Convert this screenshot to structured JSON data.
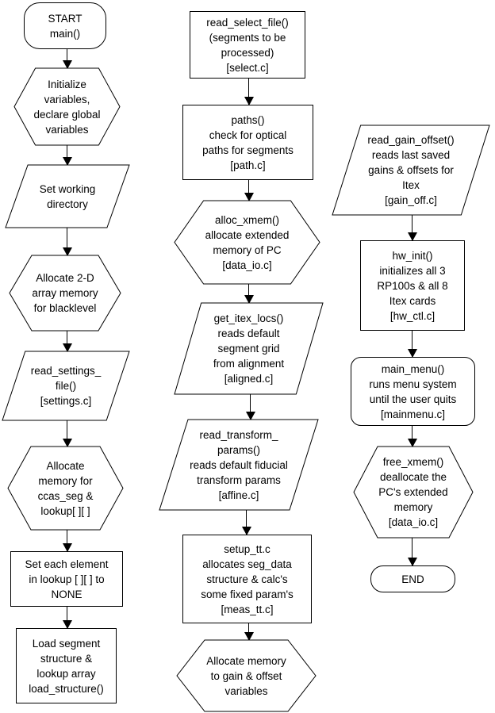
{
  "diagram": {
    "background_color": "#ffffff",
    "stroke_color": "#000000",
    "nodes": {
      "start": {
        "shape": "terminator",
        "text": "START\nmain()"
      },
      "init_vars": {
        "shape": "hexagon",
        "text": "Initialize\nvariables,\ndeclare global\nvariables"
      },
      "set_working_dir": {
        "shape": "parallelogram",
        "text": "Set working\ndirectory"
      },
      "alloc_2d": {
        "shape": "hexagon",
        "text": "Allocate 2-D\narray memory\nfor blacklevel"
      },
      "read_settings": {
        "shape": "parallelogram",
        "text": "read_settings_\nfile()\n[settings.c]"
      },
      "alloc_ccas": {
        "shape": "hexagon",
        "text": "Allocate\nmemory for\nccas_seg &\nlookup[ ][ ]"
      },
      "set_lookup_none": {
        "shape": "rectangle",
        "text": "Set each element\nin lookup [ ][ ] to\nNONE"
      },
      "load_structure": {
        "shape": "rectangle",
        "text": "Load segment\nstructure &\nlookup array\nload_structure()"
      },
      "read_select": {
        "shape": "rectangle",
        "text": "read_select_file()\n(segments to be\nprocessed)\n[select.c]"
      },
      "paths": {
        "shape": "rectangle",
        "text": "paths()\ncheck for optical\npaths for segments\n[path.c]"
      },
      "alloc_xmem": {
        "shape": "hexagon",
        "text": "alloc_xmem()\nallocate extended\nmemory of PC\n[data_io.c]"
      },
      "get_itex": {
        "shape": "parallelogram",
        "text": "get_itex_locs()\nreads default\nsegment grid\nfrom alignment\n[aligned.c]"
      },
      "read_transform": {
        "shape": "parallelogram",
        "text": "read_transform_\nparams()\nreads default fiducial\ntransform params\n[affine.c]"
      },
      "setup_tt": {
        "shape": "rectangle",
        "text": "setup_tt.c\nallocates seg_data\nstructure & calc's\nsome fixed param's\n[meas_tt.c]"
      },
      "alloc_gain": {
        "shape": "hexagon",
        "text": "Allocate memory\nto gain & offset\nvariables"
      },
      "read_gain": {
        "shape": "parallelogram",
        "text": "read_gain_offset()\nreads last saved\ngains & offsets for\nItex\n[gain_off.c]"
      },
      "hw_init": {
        "shape": "rectangle",
        "text": "hw_init()\ninitializes all 3\nRP100s & all 8\nItex cards\n[hw_ctl.c]"
      },
      "main_menu": {
        "shape": "rounded-rectangle",
        "text": "main_menu()\nruns menu system\nuntil the user quits\n[mainmenu.c]"
      },
      "free_xmem": {
        "shape": "hexagon",
        "text": "free_xmem()\ndeallocate the\nPC's extended\nmemory\n[data_io.c]"
      },
      "end": {
        "shape": "terminator",
        "text": "END"
      }
    }
  }
}
